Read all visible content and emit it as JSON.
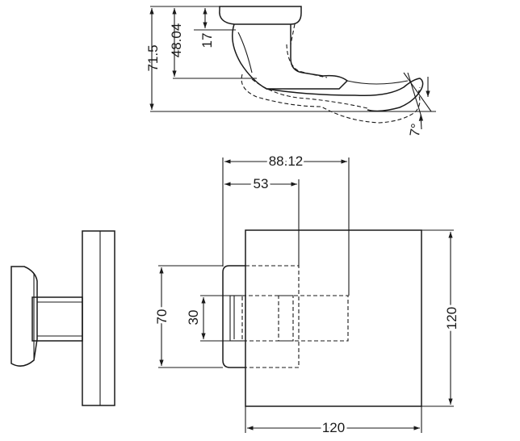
{
  "dimensions": {
    "total_height": "71.5",
    "mid_height": "48.04",
    "top_height": "17",
    "angle": "7°",
    "depth_outer": "88.12",
    "depth_inner": "53",
    "mount_height": "70",
    "insert_height": "30",
    "plate_height": "120",
    "plate_width": "120"
  }
}
